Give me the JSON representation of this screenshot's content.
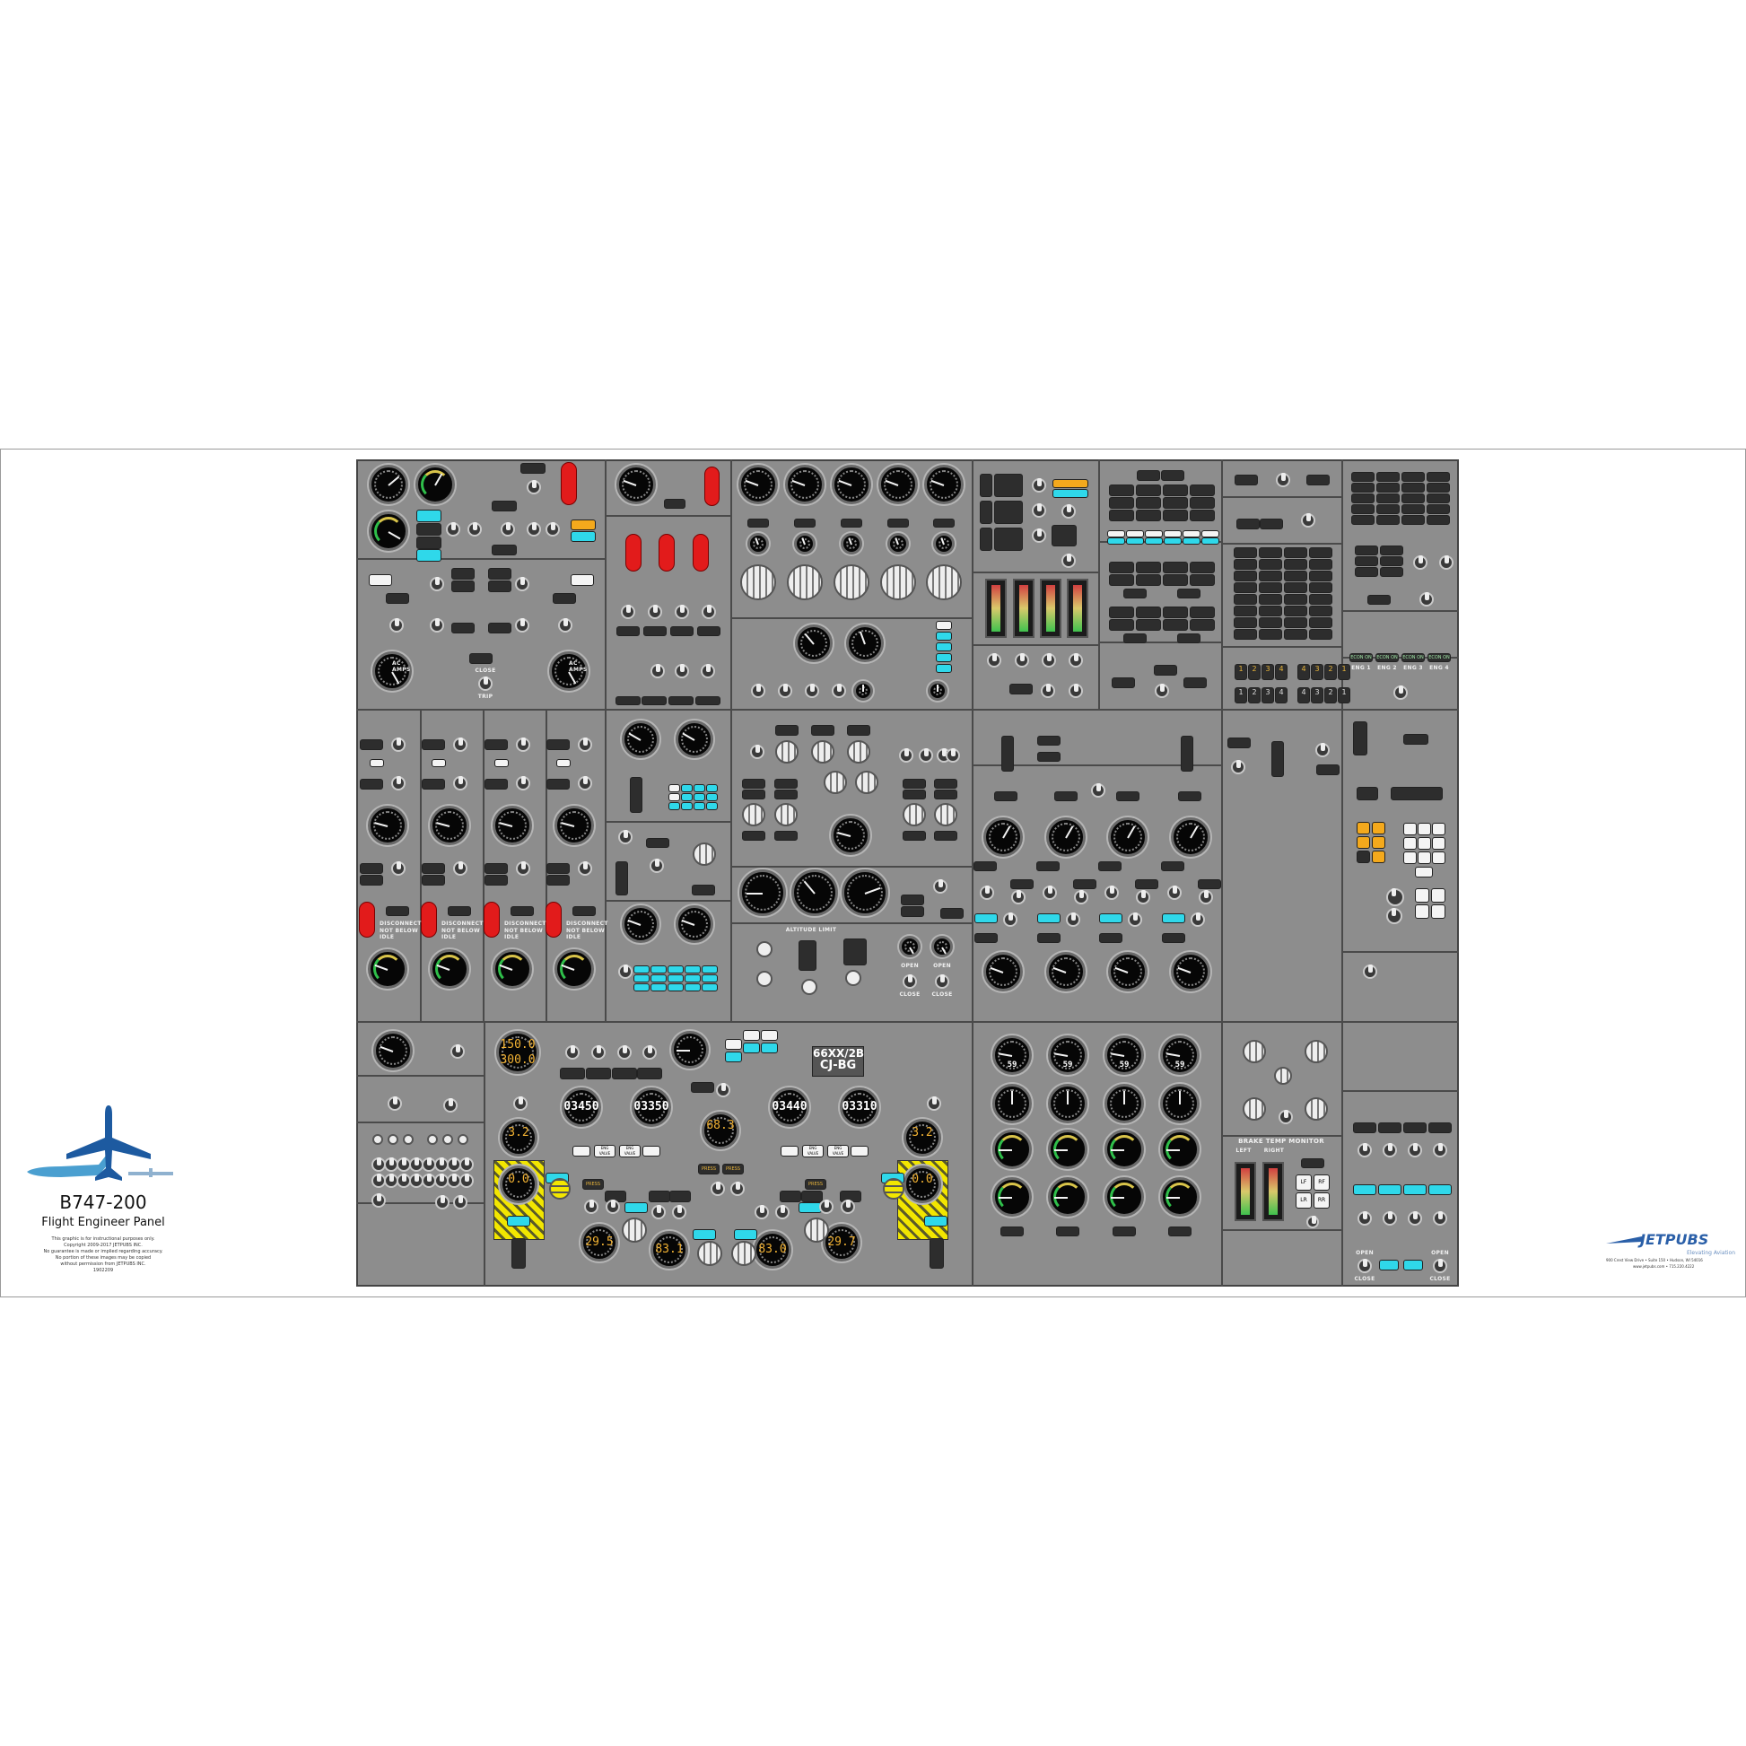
{
  "poster": {
    "title": "B747-200",
    "subtitle": "Flight Engineer Panel",
    "disclaimer": [
      "This graphic is for instructional purposes only.",
      "Copyright 2009-2017 JETPUBS INC.",
      "No guarantee is made or implied regarding accuracy.",
      "No portion of these images may be copied",
      "without permission from JETPUBS INC.",
      "1902209"
    ],
    "brand": {
      "name": "JETPUBS",
      "tagline": "Elevating Aviation",
      "address": "900 Crest View Drive • Suite 150 • Hudson, WI 54016",
      "contact": "www.jetpubs.com • 715.220.4222",
      "color": "#2a5fa8"
    }
  },
  "colors": {
    "panel": "#8d8d8d",
    "annunciator_cyan": "#2fd8ea",
    "annunciator_amber": "#f4a91c",
    "fire_handle": "#e21b1b"
  },
  "electrical": {
    "close": "CLOSE",
    "trip": "TRIP",
    "ac_amps": "AC AMPS"
  },
  "csd": {
    "disconnect": "DISCONNECT",
    "not_below_idle": "NOT BELOW IDLE"
  },
  "pressurization": {
    "altitude_limit": "ALTITUDE LIMIT",
    "open": "OPEN",
    "close": "CLOSE"
  },
  "fuel": {
    "tail_number": "66XX/2B",
    "registration": "CJ-BG",
    "gross_weight": "150.0",
    "zero_fuel_weight": "300.0",
    "tank_quantities": [
      "03450",
      "03350",
      "03440",
      "03310"
    ],
    "center_tank": "68.3",
    "reserve_left": "3.2",
    "reserve_right": "3.2",
    "stab_left": "0.0",
    "stab_right": "0.0",
    "main_qty": [
      "29.5",
      "83.1",
      "83.0",
      "29.7"
    ],
    "eng_valve": "ENG VALVE",
    "press": "PRESS"
  },
  "engine_gauges": {
    "egt_readouts": [
      "59",
      "59",
      "59",
      "59"
    ]
  },
  "brakes": {
    "title": "BRAKE TEMP MONITOR",
    "left": "LEFT",
    "right": "RIGHT",
    "buttons": [
      "LF",
      "RF",
      "LR",
      "RR"
    ]
  },
  "bleed": {
    "open": "OPEN",
    "close": "CLOSE"
  },
  "ignition": {
    "labels": [
      "ENG 1",
      "ENG 2",
      "ENG 3",
      "ENG 4"
    ],
    "button": "ECON ON"
  },
  "start_lights": {
    "top": [
      "1",
      "2",
      "3",
      "4",
      "4",
      "3",
      "2",
      "1"
    ],
    "bottom": [
      "1",
      "2",
      "3",
      "4",
      "4",
      "3",
      "2",
      "1"
    ]
  }
}
